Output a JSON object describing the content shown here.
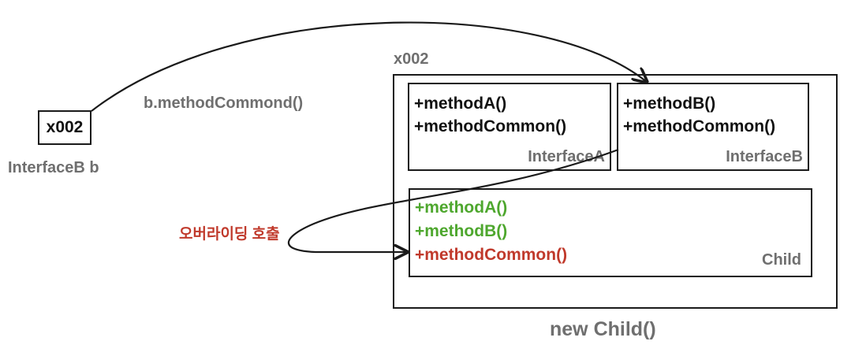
{
  "reference": {
    "value": "x002",
    "label": "InterfaceB b",
    "call_label": "b.methodCommond()"
  },
  "instance": {
    "address": "x002",
    "caption": "new Child()",
    "interface_a": {
      "name": "InterfaceA",
      "methods": [
        "+methodA()",
        "+methodCommon()"
      ]
    },
    "interface_b": {
      "name": "InterfaceB",
      "methods": [
        "+methodB()",
        "+methodCommon()"
      ]
    },
    "child": {
      "name": "Child",
      "methods": [
        "+methodA()",
        "+methodB()",
        "+methodCommon()"
      ]
    }
  },
  "override_label": "오버라이딩 호출",
  "colors": {
    "border": "#1a1a1a",
    "gray_text": "#6f6f6f",
    "green": "#4ea72e",
    "red": "#c0392b"
  }
}
